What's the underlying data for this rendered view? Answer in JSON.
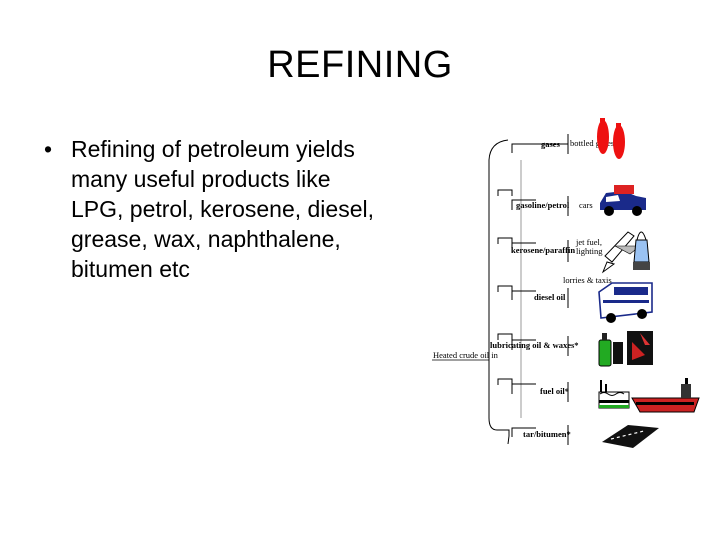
{
  "slide": {
    "title": "REFINING",
    "bullet_symbol": "•",
    "bullet_text": "Refining of petroleum yields many useful products like LPG, petrol, kerosene, diesel, grease, wax, naphthalene, bitumen etc"
  },
  "diagram": {
    "input_label": "Heated crude oil in",
    "fractions": [
      {
        "name": "gases",
        "use": "bottled gases"
      },
      {
        "name": "gasoline/petrol",
        "use": "cars"
      },
      {
        "name": "kerosene/paraffin",
        "use": "jet fuel, lighting"
      },
      {
        "name": "diesel oil",
        "use": "lorries & taxis"
      },
      {
        "name": "lubricating oil & waxes*",
        "use": ""
      },
      {
        "name": "fuel oil*",
        "use": ""
      },
      {
        "name": "tar/bitumen*",
        "use": ""
      }
    ],
    "jet_use_lines": [
      "jet fuel,",
      "lighting"
    ]
  }
}
